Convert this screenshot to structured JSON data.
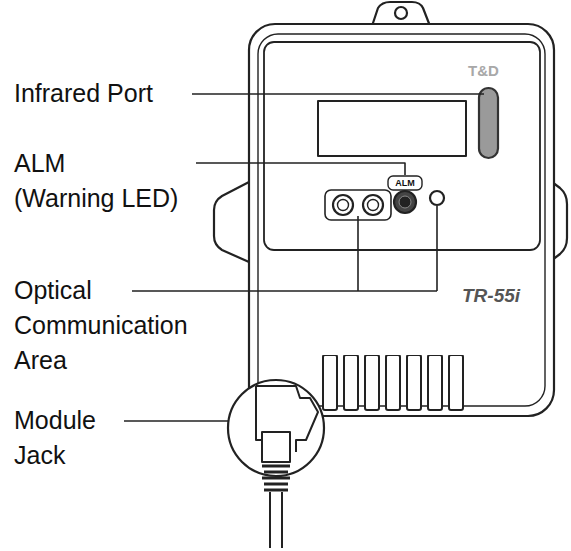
{
  "diagram": {
    "labels": [
      "Infrared Port",
      "ALM",
      "(Warning LED)",
      "Optical Communication Area",
      "Module Jack",
      "T&D",
      "ALM",
      "TR-55i"
    ]
  }
}
